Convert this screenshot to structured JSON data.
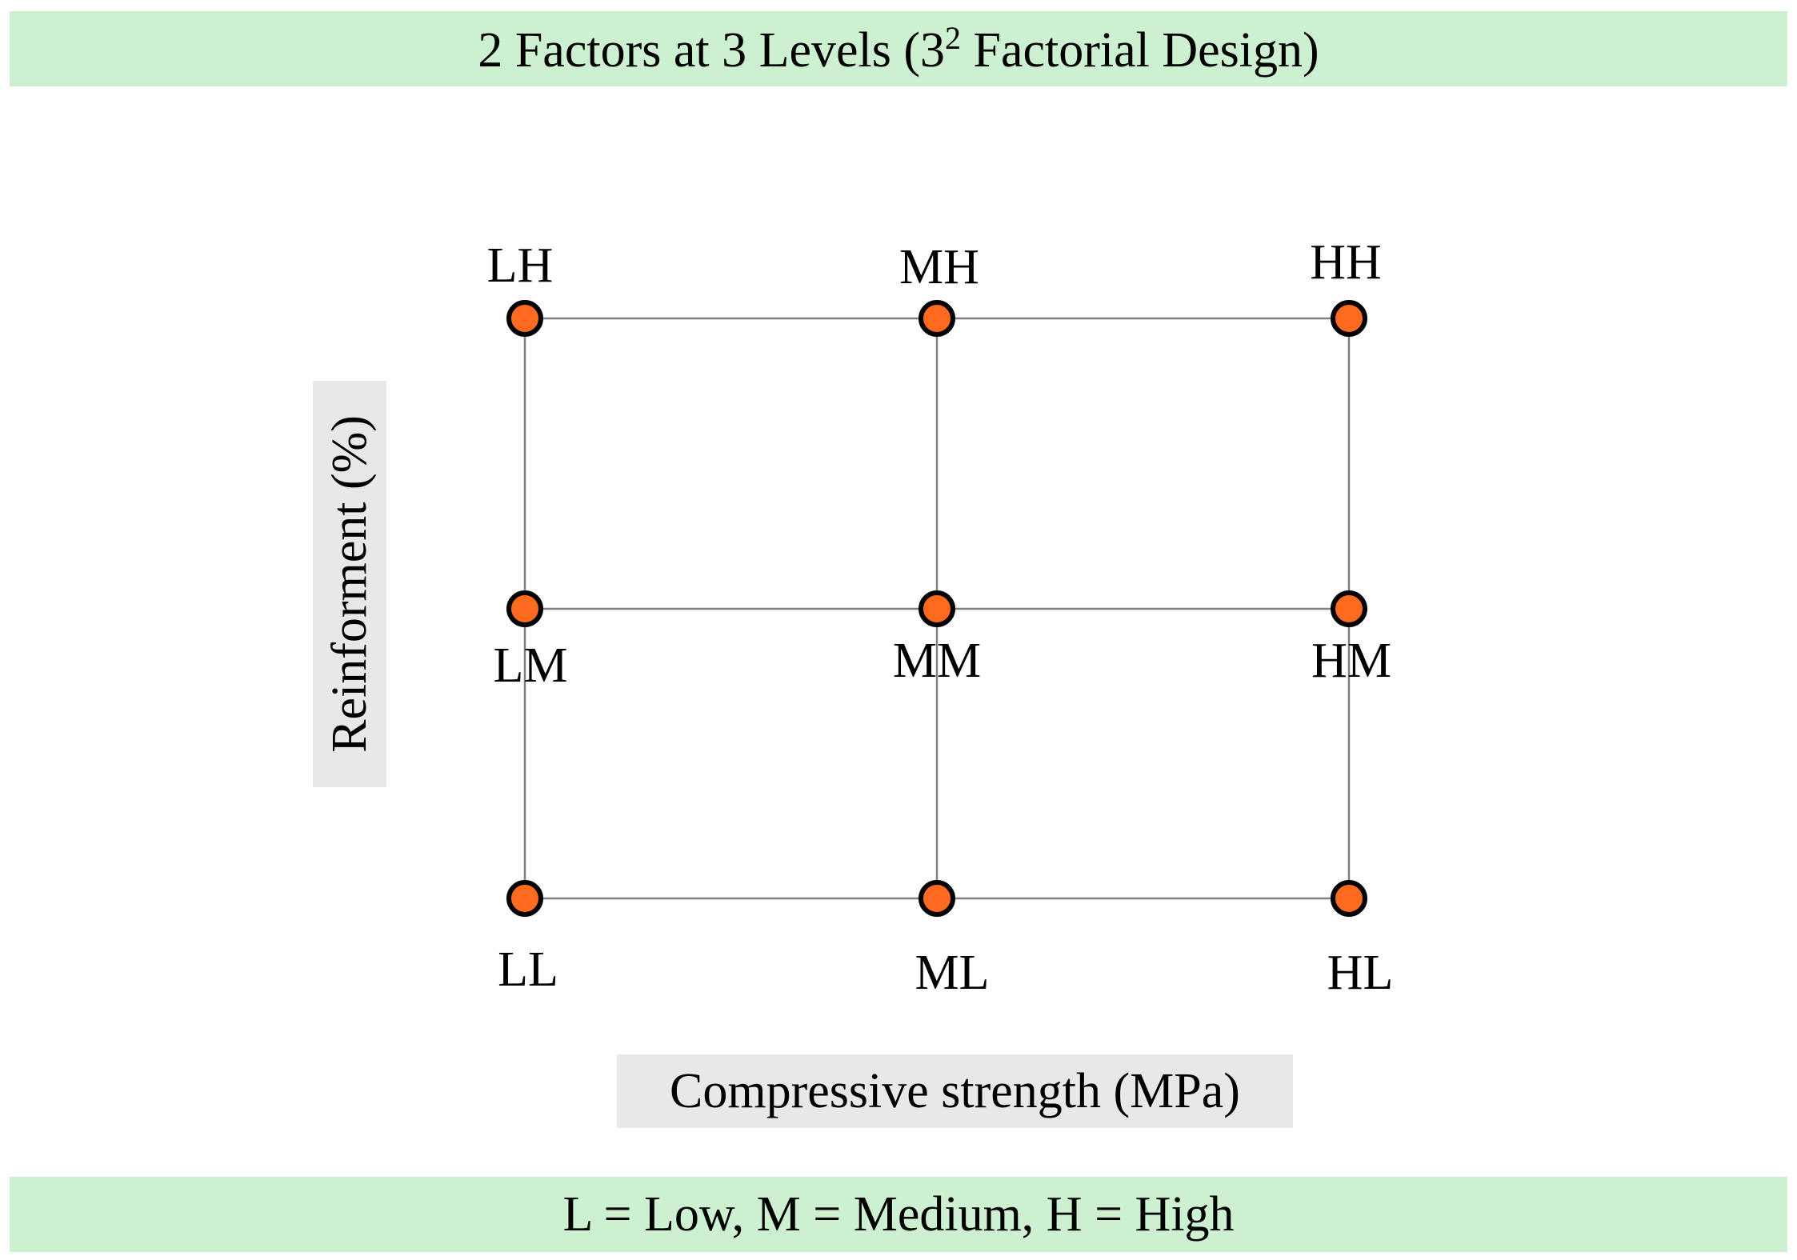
{
  "title": {
    "main": "2 Factors at 3 Levels (3",
    "sup": "2",
    "end": " Factorial Design)"
  },
  "x_axis_label": "Compressive strength (MPa)",
  "y_axis_label": "Reinforment (%)",
  "legend_text": "L = Low, M = Medium, H = High",
  "colors": {
    "banner": "#cdf0d0",
    "label_box": "#e8e8e8",
    "point_fill": "#ff6a1f",
    "point_stroke": "#000000",
    "grid_line": "#808080"
  },
  "levels": [
    "L",
    "M",
    "H"
  ],
  "points": [
    {
      "label": "LL",
      "x_level": "L",
      "y_level": "L"
    },
    {
      "label": "ML",
      "x_level": "M",
      "y_level": "L"
    },
    {
      "label": "HL",
      "x_level": "H",
      "y_level": "L"
    },
    {
      "label": "LM",
      "x_level": "L",
      "y_level": "M"
    },
    {
      "label": "MM",
      "x_level": "M",
      "y_level": "M"
    },
    {
      "label": "HM",
      "x_level": "H",
      "y_level": "M"
    },
    {
      "label": "LH",
      "x_level": "L",
      "y_level": "H"
    },
    {
      "label": "MH",
      "x_level": "M",
      "y_level": "H"
    },
    {
      "label": "HH",
      "x_level": "H",
      "y_level": "H"
    }
  ]
}
